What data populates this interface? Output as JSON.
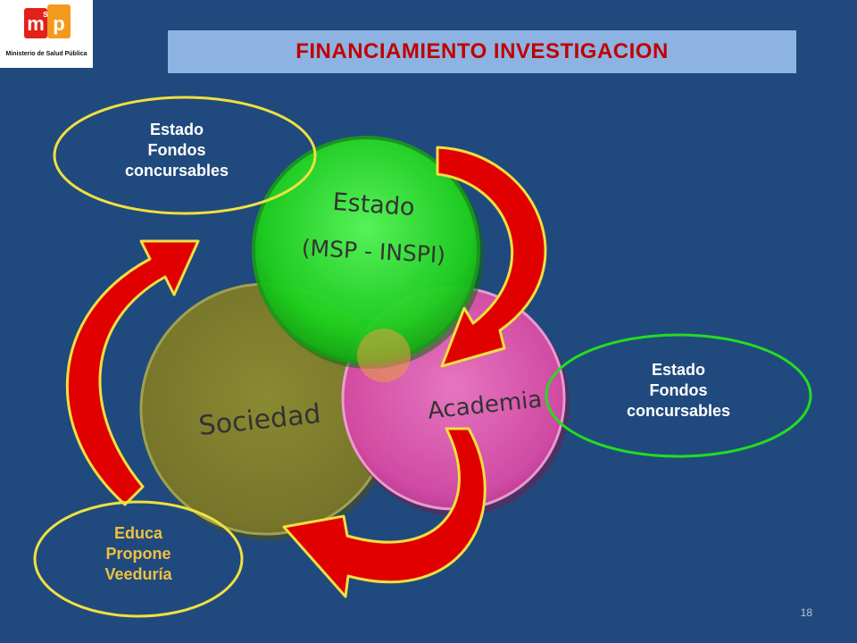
{
  "logo": {
    "letters": [
      "m",
      "s",
      "p"
    ],
    "caption": "Ministerio de Salud Pública"
  },
  "title": "FINANCIAMIENTO  INVESTIGACION",
  "circles": {
    "estado": {
      "line1": "Estado",
      "line2": "(MSP - INSPI)"
    },
    "academia": {
      "label": "Academia"
    },
    "sociedad": {
      "label": "Sociedad"
    }
  },
  "ovals": {
    "top": {
      "lines": [
        "Estado",
        "Fondos",
        "concursables"
      ]
    },
    "right": {
      "lines": [
        "Estado",
        "Fondos",
        "concursables"
      ]
    },
    "bottom": {
      "lines": [
        "Educa",
        "Propone",
        "Veeduría"
      ]
    }
  },
  "page_number": "18",
  "colors": {
    "background": "#204a7d",
    "title_bar": "#8db3e2",
    "title_text": "#c00000",
    "estado_circle": "#22dd22",
    "academia_circle": "#e055b0",
    "sociedad_circle": "#7e7d2a",
    "arrow_fill": "#e00000",
    "arrow_outline": "#f0e040",
    "oval_yellow": "#f0e040",
    "oval_green": "#22dd22",
    "logo_red": "#e32119",
    "logo_orange": "#f39a1e"
  }
}
